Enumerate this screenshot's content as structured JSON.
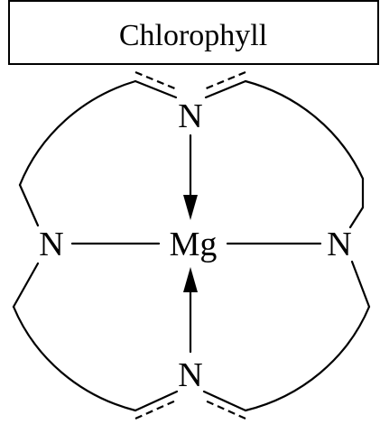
{
  "title": "Chlorophyll",
  "atoms": {
    "center": "Mg",
    "top": "N",
    "bottom": "N",
    "left": "N",
    "right": "N"
  },
  "colors": {
    "ink": "#000000",
    "background": "#ffffff"
  }
}
